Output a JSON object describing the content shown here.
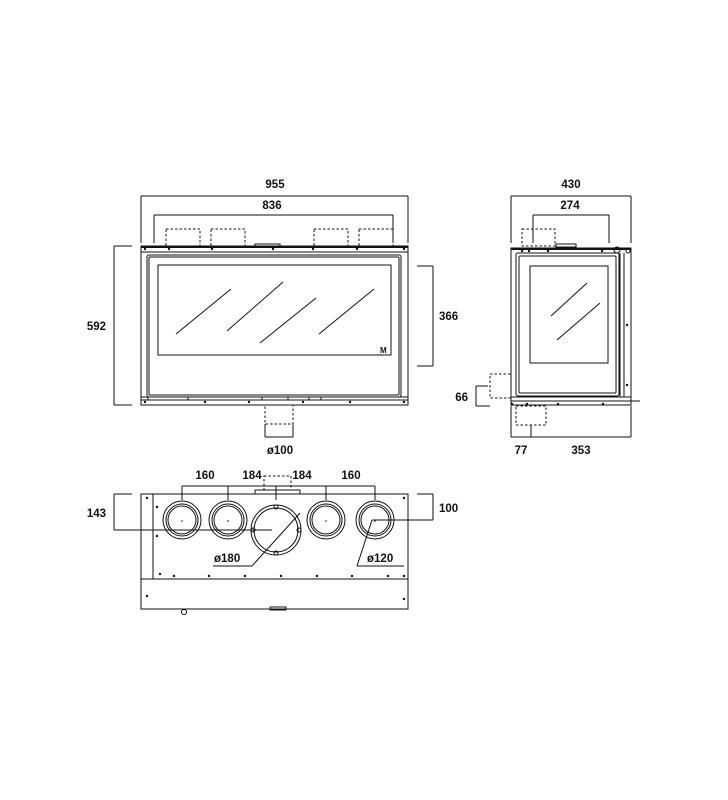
{
  "front_view": {
    "overall_width": "955",
    "inner_width": "836",
    "overall_height": "592",
    "glass_height": "366",
    "outlet_diameter": "ø100"
  },
  "side_view": {
    "overall_depth": "430",
    "top_depth": "274",
    "air_inlet_height": "66",
    "front_offset": "77",
    "rear_depth": "353"
  },
  "top_view": {
    "outer_spacing_left": "160",
    "inner_spacing_left": "184",
    "inner_spacing_right": "184",
    "outer_spacing_right": "160",
    "depth_left": "143",
    "depth_right": "100",
    "center_outlet_diameter": "ø180",
    "side_outlet_diameter": "ø120"
  }
}
